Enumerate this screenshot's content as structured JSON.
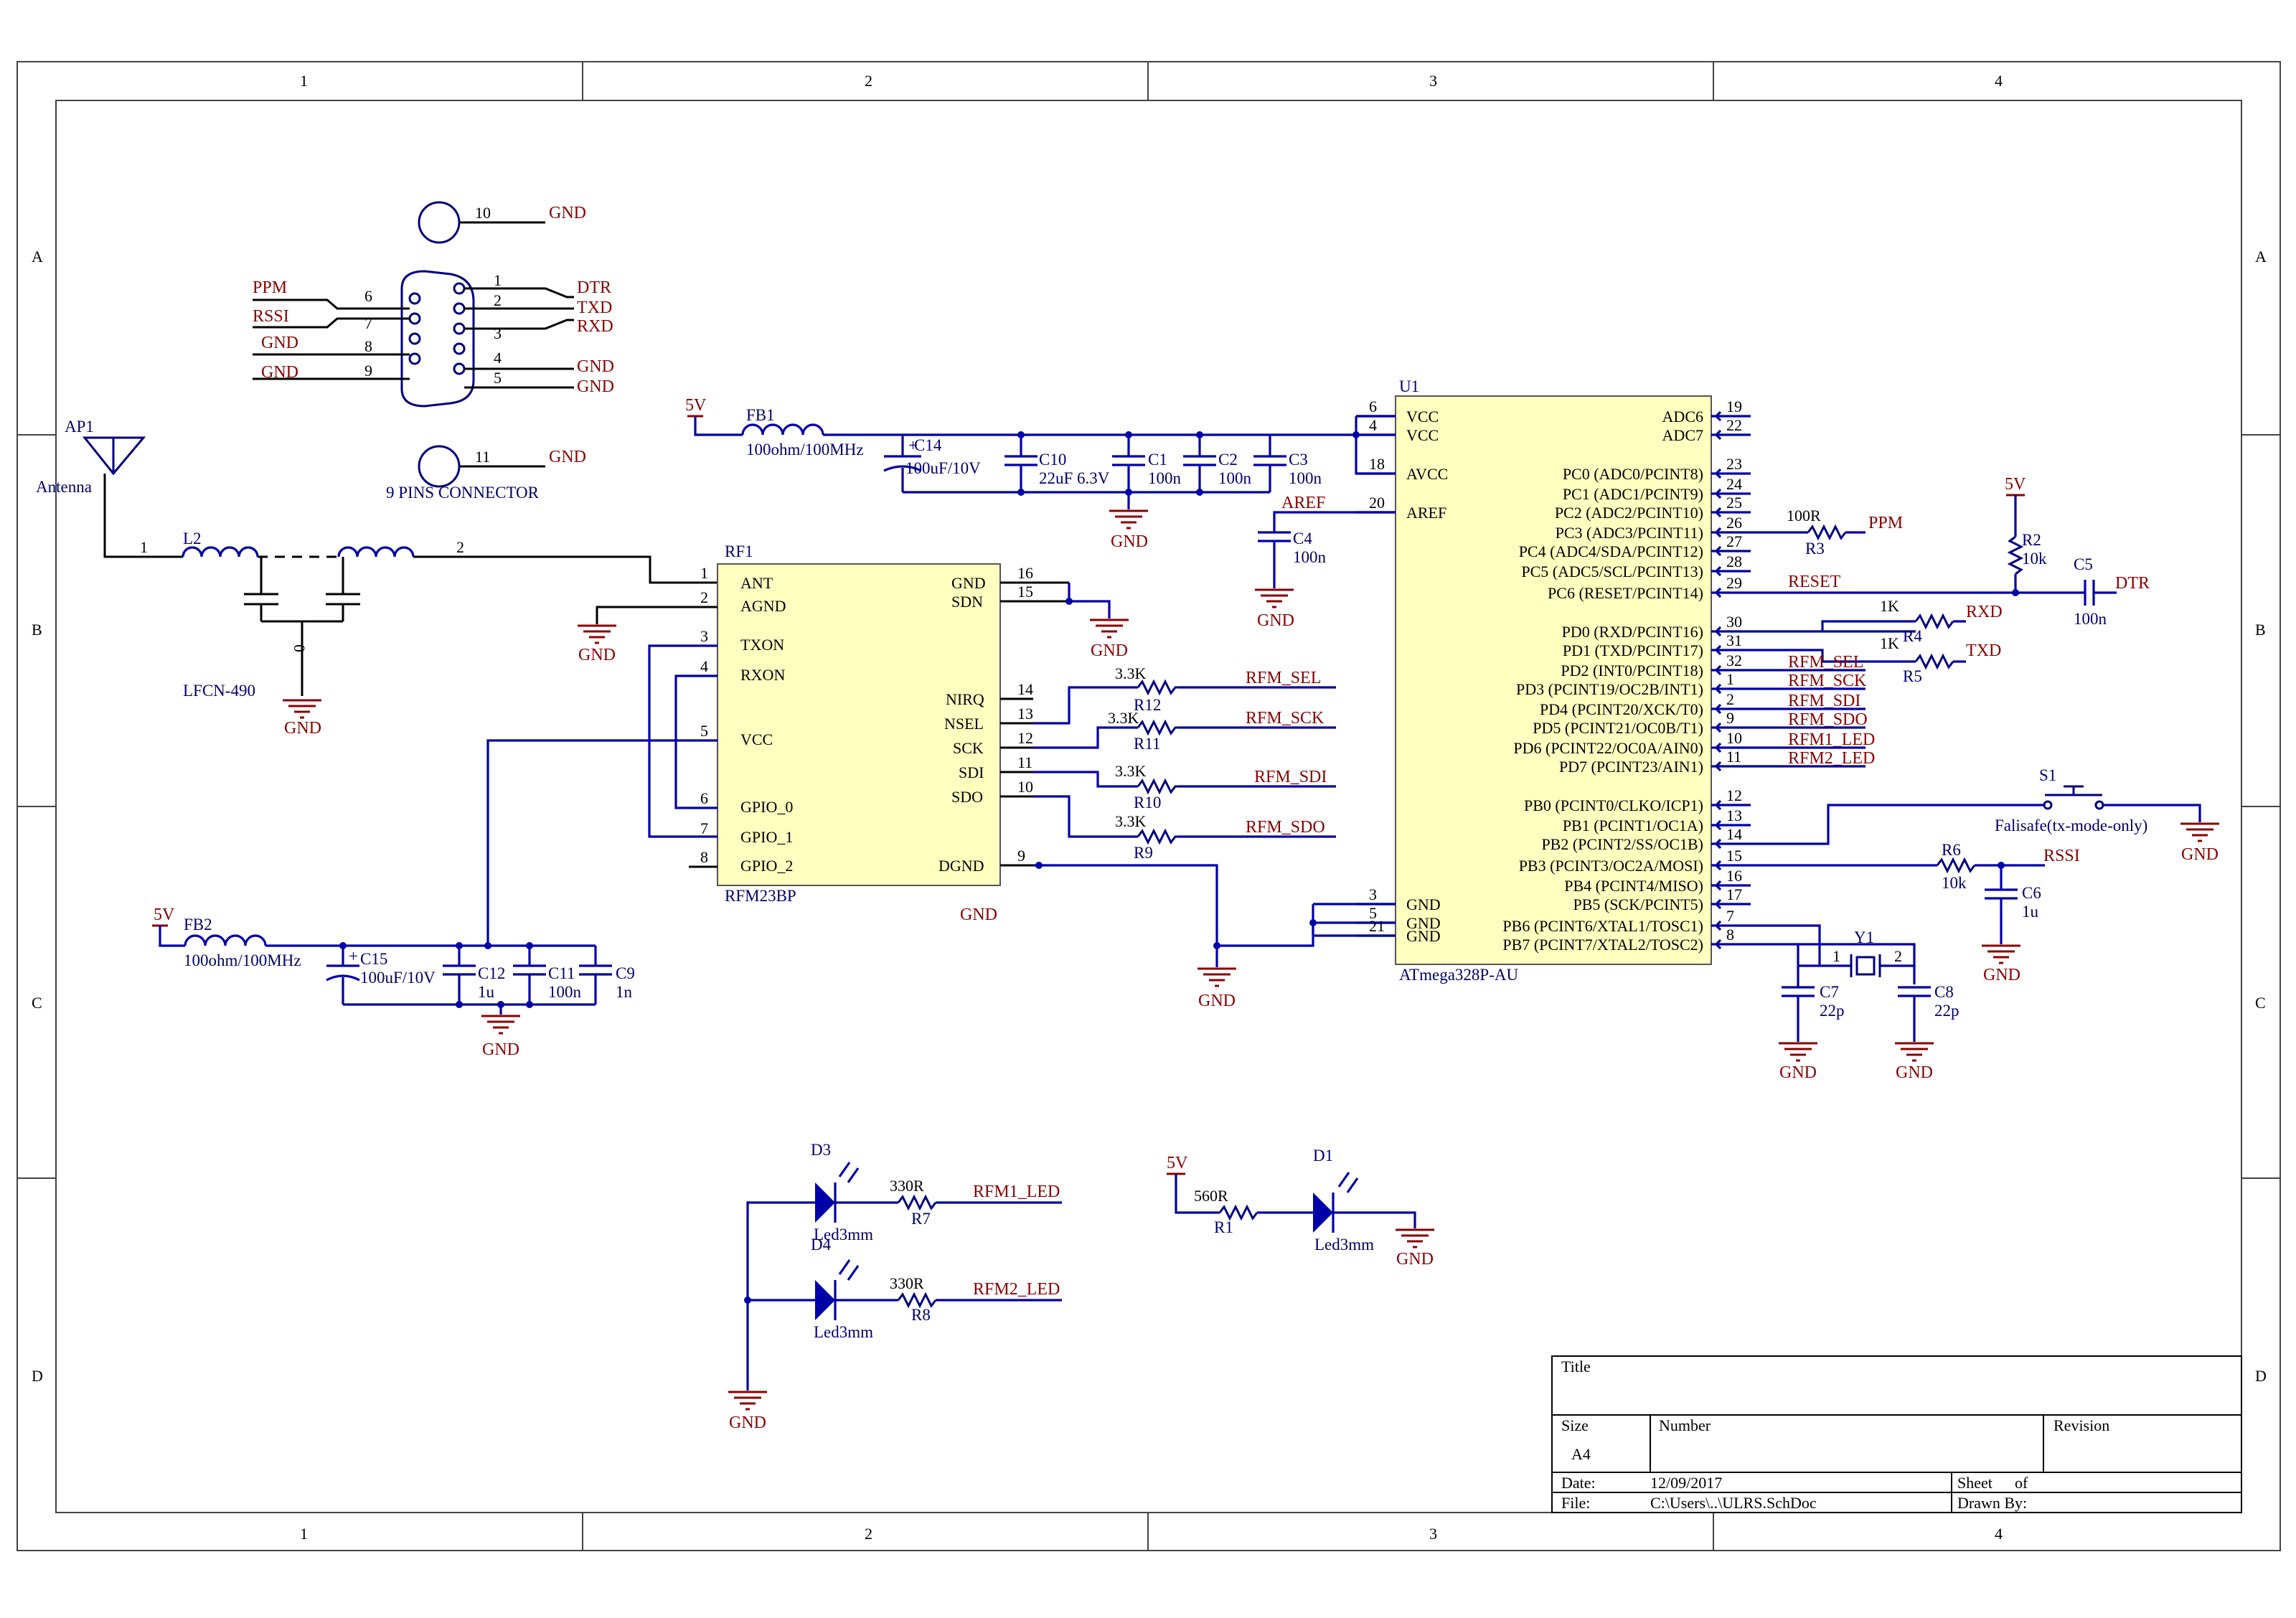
{
  "frame": {
    "cols": [
      "1",
      "2",
      "3",
      "4"
    ],
    "rows": [
      "A",
      "B",
      "C",
      "D"
    ]
  },
  "titleblock": {
    "title_label": "Title",
    "size_label": "Size",
    "size_value": "A4",
    "number_label": "Number",
    "revision_label": "Revision",
    "date_label": "Date:",
    "date_value": "12/09/2017",
    "file_label": "File:",
    "file_value": "C:\\Users\\..\\ULRS.SchDoc",
    "sheet_label": "Sheet",
    "of_label": "of",
    "drawn_label": "Drawn By:"
  },
  "connector": {
    "label": "9 PINS CONNECTOR",
    "pins_left": [
      {
        "num": "6",
        "net": "PPM"
      },
      {
        "num": "7",
        "net": "RSSI"
      },
      {
        "num": "8",
        "net": "GND"
      },
      {
        "num": "9",
        "net": "GND"
      }
    ],
    "pins_right": [
      {
        "num": "1",
        "net": "DTR"
      },
      {
        "num": "2",
        "net": "TXD"
      },
      {
        "num": "3",
        "net": "RXD"
      },
      {
        "num": "4",
        "net": "GND"
      },
      {
        "num": "5",
        "net": "GND"
      }
    ],
    "mount_top": {
      "num": "10",
      "net": "GND"
    },
    "mount_bottom": {
      "num": "11",
      "net": "GND"
    }
  },
  "antenna": {
    "ref": "AP1",
    "name": "Antenna",
    "l2": "L2",
    "filter": "LFCN-490",
    "pin1": "1",
    "pin2": "2",
    "zero": "0",
    "gnd": "GND"
  },
  "power_top": {
    "v": "5V",
    "fb": "FB1",
    "fb_val": "100ohm/100MHz",
    "caps": [
      {
        "ref": "C14",
        "val": "100uF/10V"
      },
      {
        "ref": "C10",
        "val": "22uF 6.3V"
      },
      {
        "ref": "C1",
        "val": "100n"
      },
      {
        "ref": "C2",
        "val": "100n"
      },
      {
        "ref": "C3",
        "val": "100n"
      }
    ],
    "gnd": "GND"
  },
  "aref": {
    "net": "AREF",
    "ref": "C4",
    "val": "100n",
    "gnd": "GND"
  },
  "rf1": {
    "ref": "RF1",
    "part": "RFM23BP",
    "left": [
      {
        "num": "1",
        "name": "ANT"
      },
      {
        "num": "2",
        "name": "AGND"
      },
      {
        "num": "3",
        "name": "TXON"
      },
      {
        "num": "4",
        "name": "RXON"
      },
      {
        "num": "5",
        "name": "VCC"
      },
      {
        "num": "6",
        "name": "GPIO_0"
      },
      {
        "num": "7",
        "name": "GPIO_1"
      },
      {
        "num": "8",
        "name": "GPIO_2"
      }
    ],
    "right": [
      {
        "num": "16",
        "name": "GND"
      },
      {
        "num": "15",
        "name": "SDN"
      },
      {
        "num": "14",
        "name": "NIRQ"
      },
      {
        "num": "13",
        "name": "NSEL"
      },
      {
        "num": "12",
        "name": "SCK"
      },
      {
        "num": "11",
        "name": "SDI"
      },
      {
        "num": "10",
        "name": "SDO"
      },
      {
        "num": "9",
        "name": "DGND"
      }
    ],
    "gnd_a": "GND",
    "gnd_b": "GND",
    "gnd_c": "GND",
    "gnd_d": "GND"
  },
  "rf_res": [
    {
      "ref": "R12",
      "val": "3.3K",
      "net": "RFM_SEL"
    },
    {
      "ref": "R11",
      "val": "3.3K",
      "net": "RFM_SCK"
    },
    {
      "ref": "R10",
      "val": "3.3K",
      "net": "RFM_SDI"
    },
    {
      "ref": "R9",
      "val": "3.3K",
      "net": "RFM_SDO"
    }
  ],
  "power_bot": {
    "v": "5V",
    "fb": "FB2",
    "fb_val": "100ohm/100MHz",
    "caps": [
      {
        "ref": "C15",
        "val": "100uF/10V"
      },
      {
        "ref": "C12",
        "val": "1u"
      },
      {
        "ref": "C11",
        "val": "100n"
      },
      {
        "ref": "C9",
        "val": "1n"
      }
    ],
    "gnd": "GND"
  },
  "u1": {
    "ref": "U1",
    "part": "ATmega328P-AU",
    "left": [
      {
        "num": "6",
        "name": "VCC"
      },
      {
        "num": "4",
        "name": "VCC"
      },
      {
        "num": "18",
        "name": "AVCC"
      },
      {
        "num": "20",
        "name": "AREF"
      },
      {
        "num": "3",
        "name": "GND"
      },
      {
        "num": "5",
        "name": "GND"
      },
      {
        "num": "21",
        "name": "GND"
      }
    ],
    "right": [
      {
        "num": "19",
        "name": "ADC6"
      },
      {
        "num": "22",
        "name": "ADC7"
      },
      {
        "num": "23",
        "name": "PC0 (ADC0/PCINT8)"
      },
      {
        "num": "24",
        "name": "PC1 (ADC1/PCINT9)"
      },
      {
        "num": "25",
        "name": "PC2 (ADC2/PCINT10)"
      },
      {
        "num": "26",
        "name": "PC3 (ADC3/PCINT11)"
      },
      {
        "num": "27",
        "name": "PC4 (ADC4/SDA/PCINT12)"
      },
      {
        "num": "28",
        "name": "PC5 (ADC5/SCL/PCINT13)"
      },
      {
        "num": "29",
        "name": "PC6 (RESET/PCINT14)"
      },
      {
        "num": "30",
        "name": "PD0 (RXD/PCINT16)"
      },
      {
        "num": "31",
        "name": "PD1 (TXD/PCINT17)"
      },
      {
        "num": "32",
        "name": "PD2 (INT0/PCINT18)"
      },
      {
        "num": "1",
        "name": "PD3 (PCINT19/OC2B/INT1)"
      },
      {
        "num": "2",
        "name": "PD4 (PCINT20/XCK/T0)"
      },
      {
        "num": "9",
        "name": "PD5 (PCINT21/OC0B/T1)"
      },
      {
        "num": "10",
        "name": "PD6 (PCINT22/OC0A/AIN0)"
      },
      {
        "num": "11",
        "name": "PD7 (PCINT23/AIN1)"
      },
      {
        "num": "12",
        "name": "PB0 (PCINT0/CLKO/ICP1)"
      },
      {
        "num": "13",
        "name": "PB1 (PCINT1/OC1A)"
      },
      {
        "num": "14",
        "name": "PB2 (PCINT2/SS/OC1B)"
      },
      {
        "num": "15",
        "name": "PB3 (PCINT3/OC2A/MOSI)"
      },
      {
        "num": "16",
        "name": "PB4 (PCINT4/MISO)"
      },
      {
        "num": "17",
        "name": "PB5 (SCK/PCINT5)"
      },
      {
        "num": "7",
        "name": "PB6 (PCINT6/XTAL1/TOSC1)"
      },
      {
        "num": "8",
        "name": "PB7 (PCINT7/XTAL2/TOSC2)"
      }
    ]
  },
  "u1_nets": {
    "r3": "R3",
    "r3_val": "100R",
    "ppm": "PPM",
    "r2": "R2",
    "r2_val": "10k",
    "v5": "5V",
    "reset": "RESET",
    "c5": "C5",
    "c5_val": "100n",
    "dtr": "DTR",
    "r4": "R4",
    "r4_val": "1K",
    "rxd": "RXD",
    "r5": "R5",
    "r5_val": "1K",
    "txd": "TXD",
    "pd_nets": [
      "RFM_SEL",
      "RFM_SCK",
      "RFM_SDI",
      "RFM_SDO",
      "RFM1_LED",
      "RFM2_LED"
    ],
    "s1": "S1",
    "s1_desc": "Falisafe(tx-mode-only)",
    "r6": "R6",
    "r6_val": "10k",
    "rssi": "RSSI",
    "c6": "C6",
    "c6_val": "1u",
    "y1": "Y1",
    "c7": "C7",
    "c7_val": "22p",
    "c8": "C8",
    "c8_val": "22p",
    "y_pin1": "1",
    "y_pin2": "2",
    "gnd": "GND"
  },
  "leds": {
    "d3": "D3",
    "d4": "D4",
    "d1": "D1",
    "led": "Led3mm",
    "r7": "R7",
    "r7_val": "330R",
    "rfm1": "RFM1_LED",
    "r8": "R8",
    "r8_val": "330R",
    "rfm2": "RFM2_LED",
    "r1": "R1",
    "r1_val": "560R",
    "v5": "5V",
    "gnd": "GND"
  }
}
